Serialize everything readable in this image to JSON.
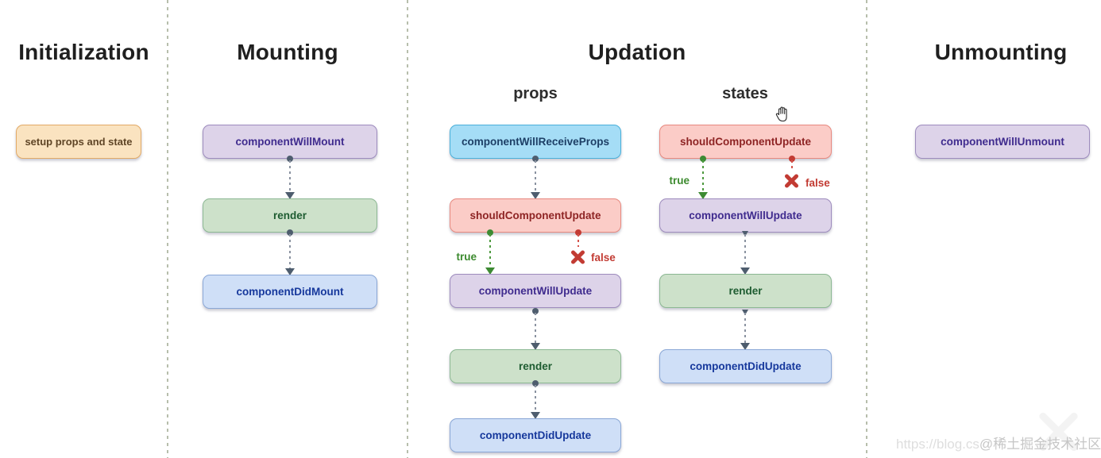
{
  "columns": {
    "initialization": {
      "title": "Initialization",
      "box": {
        "label": "setup props and state",
        "type": "orange"
      }
    },
    "mounting": {
      "title": "Mounting",
      "steps": [
        {
          "label": "componentWillMount",
          "type": "purple"
        },
        {
          "label": "render",
          "type": "green"
        },
        {
          "label": "componentDidMount",
          "type": "blue"
        }
      ]
    },
    "updation": {
      "title": "Updation",
      "props_flow": {
        "subtitle": "props",
        "steps": [
          {
            "label": "componentWillReceiveProps",
            "type": "cyan"
          },
          {
            "label": "shouldComponentUpdate",
            "type": "red"
          },
          {
            "label": "componentWillUpdate",
            "type": "purple"
          },
          {
            "label": "render",
            "type": "green"
          },
          {
            "label": "componentDidUpdate",
            "type": "blue"
          }
        ]
      },
      "states_flow": {
        "subtitle": "states",
        "steps": [
          {
            "label": "shouldComponentUpdate",
            "type": "red"
          },
          {
            "label": "componentWillUpdate",
            "type": "purple"
          },
          {
            "label": "render",
            "type": "green"
          },
          {
            "label": "componentDidUpdate",
            "type": "blue"
          }
        ]
      }
    },
    "unmounting": {
      "title": "Unmounting",
      "box": {
        "label": "componentWillUnmount",
        "type": "purple"
      }
    }
  },
  "branch": {
    "true_label": "true",
    "false_label": "false",
    "x_mark_icon": "false-x-icon"
  },
  "cursor_icon": "open-hand-cursor",
  "watermark": {
    "url_text": "https://blog.cs",
    "handle_text": "@稀土掘金技术社区"
  },
  "colors": {
    "background": "#ffffff",
    "divider": "#b7beac",
    "heading_text": "#1f1f1f",
    "box_orange_bg": "#fae3c0",
    "box_orange_border": "#e2aa66",
    "box_orange_text": "#5f4526",
    "box_purple_bg": "#ddd3e9",
    "box_purple_border": "#9d8bbd",
    "box_purple_text": "#3f2b8e",
    "box_green_bg": "#cde1ca",
    "box_green_border": "#8cb893",
    "box_green_text": "#1e5c31",
    "box_blue_bg": "#cfdff7",
    "box_blue_border": "#8aa7d6",
    "box_blue_text": "#16389c",
    "box_cyan_bg": "#a5ddf6",
    "box_cyan_border": "#49b0da",
    "box_cyan_text": "#1d3f66",
    "box_red_bg": "#fbccc7",
    "box_red_border": "#e8897f",
    "box_red_text": "#8e2424",
    "connector": "#4e5d6e",
    "true_branch": "#3c8a2e",
    "false_branch": "#c23b33"
  }
}
